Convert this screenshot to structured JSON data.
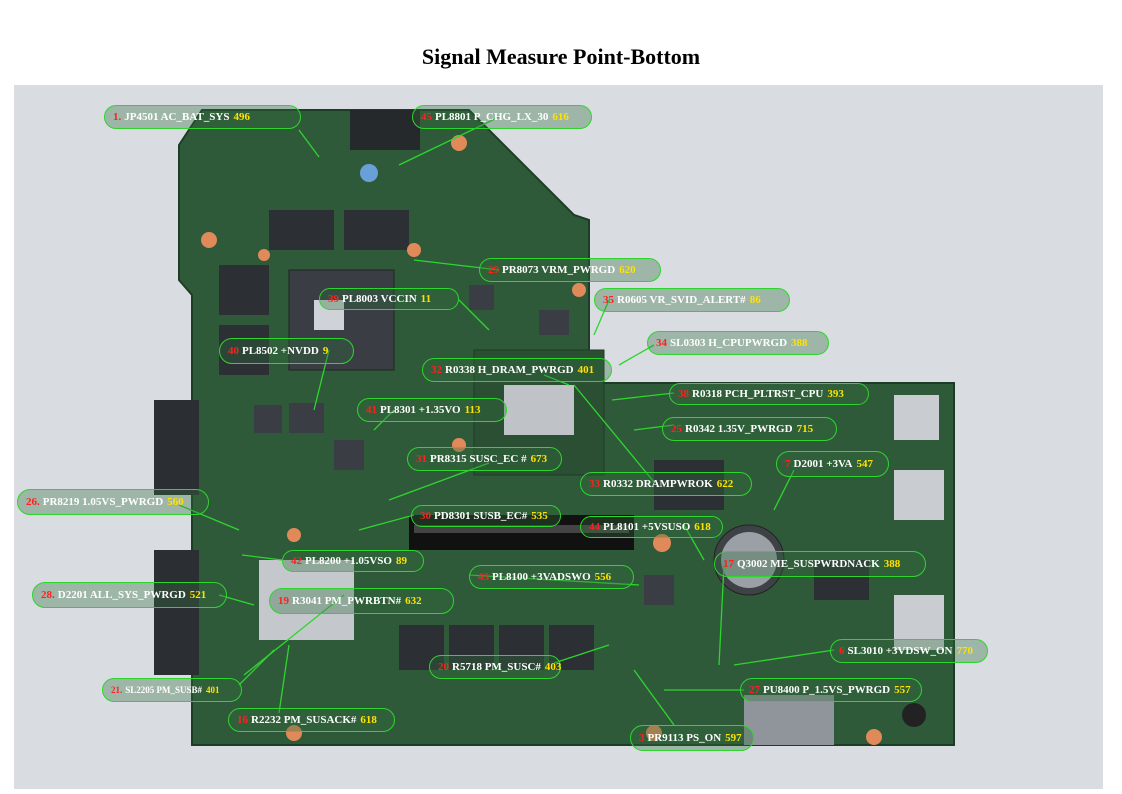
{
  "title": "Signal Measure Point-Bottom",
  "colors": {
    "board_green": "#2f5a3a",
    "label_border": "#2ed52e",
    "label_number": "#ff2020",
    "label_value": "#ffe200",
    "label_text": "#ffffff",
    "leader_line": "#2ed52e"
  },
  "points": [
    {
      "num": "1.",
      "name": "JP4501 AC_BAT_SYS",
      "value": "496"
    },
    {
      "num": "45",
      "name": "PL8801 P_CHG_LX_30",
      "value": "616"
    },
    {
      "num": "29",
      "name": "PR8073 VRM_PWRGD",
      "value": "620"
    },
    {
      "num": "39",
      "name": "PL8003 VCCIN",
      "value": "11"
    },
    {
      "num": "35",
      "name": "R0605 VR_SVID_ALERT#",
      "value": "86"
    },
    {
      "num": "34",
      "name": "SL0303 H_CPUPWRGD",
      "value": "388"
    },
    {
      "num": "40",
      "name": "PL8502 +NVDD",
      "value": "9"
    },
    {
      "num": "32",
      "name": "R0338 H_DRAM_PWRGD",
      "value": "401"
    },
    {
      "num": "38",
      "name": "R0318 PCH_PLTRST_CPU",
      "value": "393"
    },
    {
      "num": "41",
      "name": "PL8301 +1.35VO",
      "value": "113"
    },
    {
      "num": "25",
      "name": "R0342 1.35V_PWRGD",
      "value": "715"
    },
    {
      "num": "31",
      "name": "PR8315 SUSC_EC #",
      "value": "673"
    },
    {
      "num": "7",
      "name": "D2001 +3VA",
      "value": "547"
    },
    {
      "num": "33",
      "name": "R0332 DRAMPWROK",
      "value": "622"
    },
    {
      "num": "26.",
      "name": "PR8219 1.05VS_PWRGD",
      "value": "560"
    },
    {
      "num": "30",
      "name": "PD8301 SUSB_EC#",
      "value": "535"
    },
    {
      "num": "44",
      "name": "PL8101 +5VSUSO",
      "value": "618"
    },
    {
      "num": "42",
      "name": "PL8200 +1.05VSO",
      "value": "89"
    },
    {
      "num": "17",
      "name": "Q3002 ME_SUSPWRDNACK",
      "value": "388"
    },
    {
      "num": "43",
      "name": "PL8100 +3VADSWO",
      "value": "556"
    },
    {
      "num": "28.",
      "name": "D2201 ALL_SYS_PWRGD",
      "value": "521"
    },
    {
      "num": "19",
      "name": "R3041 PM_PWRBTN#",
      "value": "632"
    },
    {
      "num": "6",
      "name": "SL3010 +3VDSW_ON",
      "value": "770"
    },
    {
      "num": "20",
      "name": "R5718 PM_SUSC#",
      "value": "403"
    },
    {
      "num": "27",
      "name": "PU8400 P_1.5VS_PWRGD",
      "value": "557"
    },
    {
      "num": "21.",
      "name": "SL2205 PM_SUSB#",
      "value": "401"
    },
    {
      "num": "16",
      "name": "R2232 PM_SUSACK#",
      "value": "618"
    },
    {
      "num": "3",
      "name": "PR9113 PS_ON",
      "value": "597"
    }
  ]
}
